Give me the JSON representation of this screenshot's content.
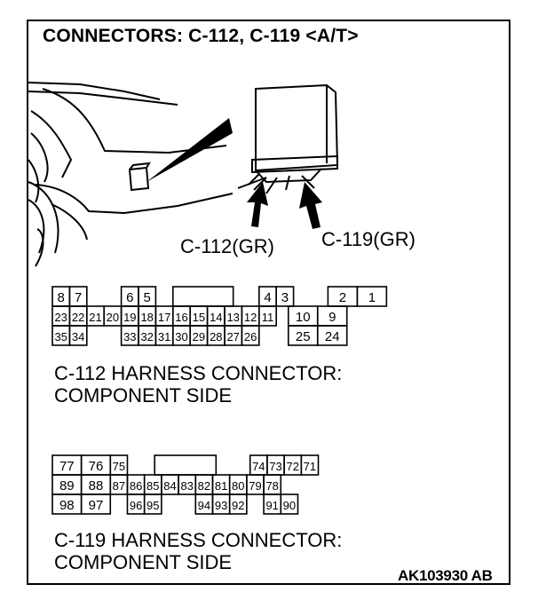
{
  "title": "CONNECTORS: C-112, C-119 <A/T>",
  "labels": {
    "c112": "C-112(GR)",
    "c119": "C-119(GR)"
  },
  "connector_c112": {
    "row1": [
      "8",
      "7",
      "6",
      "5",
      "4",
      "3",
      "2",
      "1"
    ],
    "row2": [
      "23",
      "22",
      "21",
      "20",
      "19",
      "18",
      "17",
      "16",
      "15",
      "14",
      "13",
      "12",
      "11",
      "10",
      "9"
    ],
    "row3": [
      "35",
      "34",
      "33",
      "32",
      "31",
      "30",
      "29",
      "28",
      "27",
      "26",
      "25",
      "24"
    ],
    "caption_line1": "C-112 HARNESS CONNECTOR:",
    "caption_line2": "COMPONENT SIDE"
  },
  "connector_c119": {
    "row1": [
      "77",
      "76",
      "75",
      "74",
      "73",
      "72",
      "71"
    ],
    "row2": [
      "89",
      "88",
      "87",
      "86",
      "85",
      "84",
      "83",
      "82",
      "81",
      "80",
      "79",
      "78"
    ],
    "row3": [
      "98",
      "97",
      "96",
      "95",
      "94",
      "93",
      "92",
      "91",
      "90"
    ],
    "caption_line1": "C-119 HARNESS CONNECTOR:",
    "caption_line2": "COMPONENT SIDE"
  },
  "reference_code": "AK103930 AB"
}
